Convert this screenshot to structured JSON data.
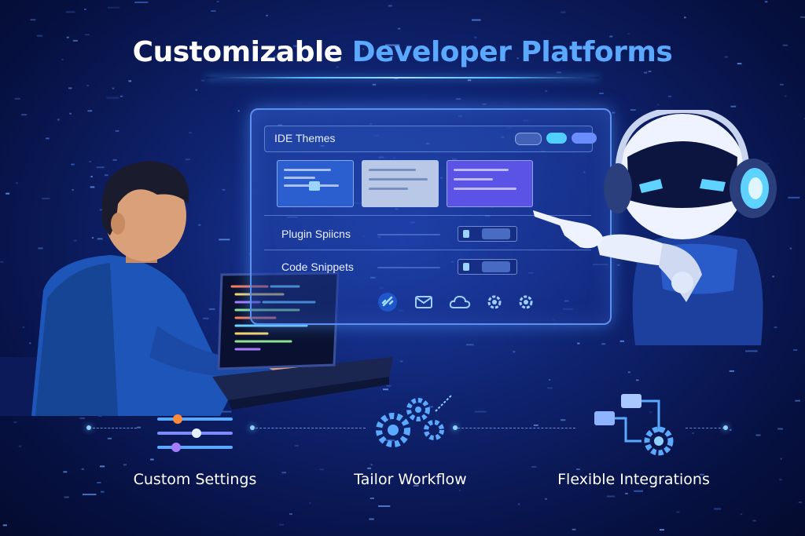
{
  "header": {
    "title_part1": "Customizable",
    "title_part2": "Developer Platforms"
  },
  "panel": {
    "section_title": "IDE Themes",
    "rows": [
      {
        "label": "Plugin Spiicns"
      },
      {
        "label": "Code Snippets"
      }
    ],
    "toolbar_icons": [
      "link-icon",
      "mail-icon",
      "cloud-icon",
      "gear-icon",
      "gear-icon"
    ]
  },
  "features": [
    {
      "label": "Custom Settings",
      "icon": "sliders-icon"
    },
    {
      "label": "Tailor Workflow",
      "icon": "gears-icon"
    },
    {
      "label": "Flexible Integrations",
      "icon": "integration-flow-icon"
    }
  ],
  "colors": {
    "background": "#0f2370",
    "accent": "#5aa9ff",
    "glow": "#4fb0ff"
  }
}
